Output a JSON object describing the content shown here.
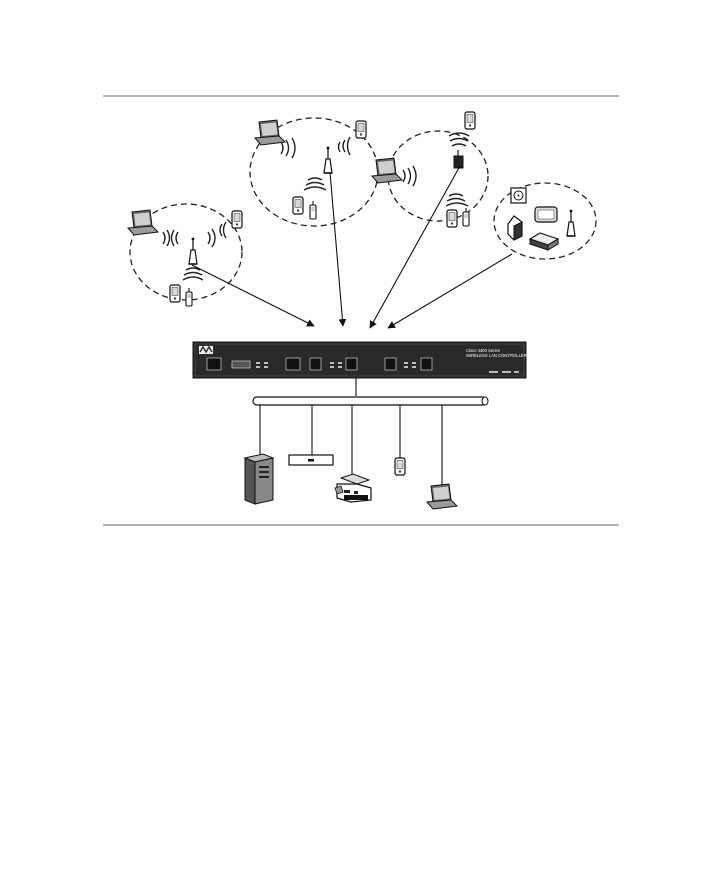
{
  "figure": {
    "type": "network-topology",
    "controller": {
      "model_line": "Cisco 4400 Series",
      "product_line": "WIRELESS LAN CONTROLLER",
      "brand_icon": "cisco-logo-icon"
    },
    "wireless_cells": [
      {
        "name": "cell-left",
        "devices": [
          "laptop-icon",
          "pda-icon",
          "access-point-icon",
          "pda-icon",
          "phone-icon"
        ]
      },
      {
        "name": "cell-top-center",
        "devices": [
          "laptop-icon",
          "pda-icon",
          "access-point-icon",
          "pda-icon",
          "phone-icon"
        ]
      },
      {
        "name": "cell-top-right",
        "devices": [
          "laptop-icon",
          "pda-icon",
          "access-point-icon",
          "pda-icon",
          "phone-icon"
        ]
      },
      {
        "name": "cell-far-right",
        "devices": [
          "clock-icon",
          "tablet-icon",
          "access-point-icon",
          "barcode-scanner-icon",
          "router-icon"
        ]
      }
    ],
    "wired_devices": [
      "server-icon",
      "switch-icon",
      "printer-icon",
      "pda-icon",
      "laptop-icon"
    ],
    "colors": {
      "line": "#111111",
      "rule": "#8a8a8a",
      "controller_panel": "#2a2a2a"
    }
  }
}
